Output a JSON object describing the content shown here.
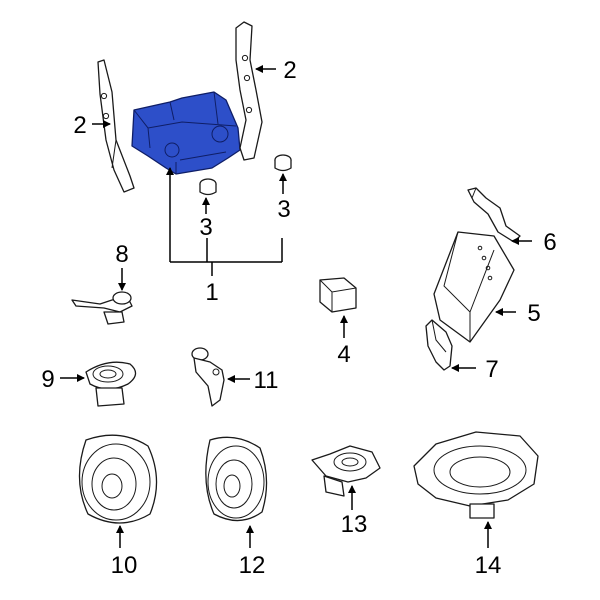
{
  "highlight_color": "#2d4fc9",
  "callouts": {
    "c1": "1",
    "c2a": "2",
    "c2b": "2",
    "c3a": "3",
    "c3b": "3",
    "c4": "4",
    "c5": "5",
    "c6": "6",
    "c7": "7",
    "c8": "8",
    "c9": "9",
    "c10": "10",
    "c11": "11",
    "c12": "12",
    "c13": "13",
    "c14": "14"
  }
}
